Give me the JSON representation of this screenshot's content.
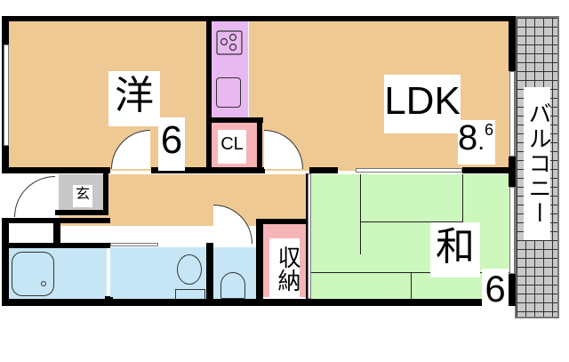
{
  "floorplan": {
    "rooms": {
      "western": {
        "kanji": "洋",
        "size": "6"
      },
      "ldk": {
        "label": "LDK",
        "size_int": "8",
        "size_dot": ".",
        "size_frac": "6"
      },
      "closet": {
        "label": "CL"
      },
      "entrance": {
        "label": "玄"
      },
      "storage": {
        "label": "収納"
      },
      "japanese": {
        "kanji": "和",
        "size": "6"
      },
      "balcony": {
        "label": "バルコニー"
      }
    },
    "colors": {
      "wood_floor": "#efc994",
      "kitchen": "#e8b8f0",
      "closet_storage": "#f7b4b7",
      "entrance": "#c8c8c8",
      "wet_area": "#c6e6f6",
      "tatami": "#ccf7bd",
      "wall": "#000000"
    }
  }
}
